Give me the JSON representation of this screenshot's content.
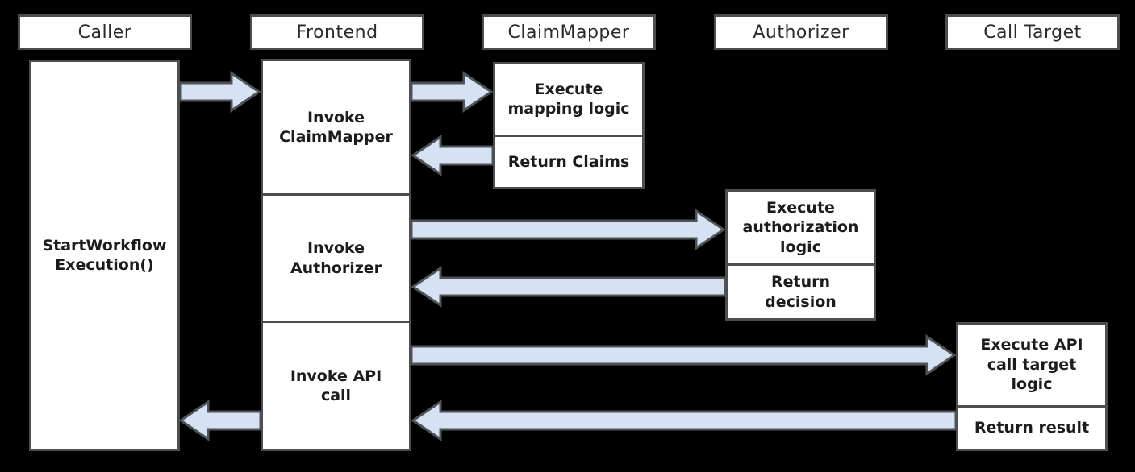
{
  "diagram": {
    "background": "#000000",
    "box_fill": "#ffffff",
    "box_border": "#4d4d4d",
    "arrow_fill": "#d6e2f4",
    "arrow_border": "#4e5357",
    "lanes": {
      "caller": "Caller",
      "frontend": "Frontend",
      "claim_mapper": "ClaimMapper",
      "authorizer": "Authorizer",
      "call_target": "Call Target"
    },
    "caller": {
      "activation": "StartWorkflow Execution()"
    },
    "frontend": {
      "steps": [
        "Invoke ClaimMapper",
        "Invoke Authorizer",
        "Invoke API call"
      ]
    },
    "claim_mapper": {
      "steps": [
        "Execute mapping logic",
        "Return Claims"
      ]
    },
    "authorizer": {
      "steps": [
        "Execute authorization logic",
        "Return decision"
      ]
    },
    "call_target": {
      "steps": [
        "Execute API call target logic",
        "Return result"
      ]
    },
    "edges": [
      {
        "from": "Caller",
        "to": "Frontend"
      },
      {
        "from": "Frontend",
        "to": "ClaimMapper"
      },
      {
        "from": "ClaimMapper",
        "to": "Frontend"
      },
      {
        "from": "Frontend",
        "to": "Authorizer"
      },
      {
        "from": "Authorizer",
        "to": "Frontend"
      },
      {
        "from": "Frontend",
        "to": "Call Target"
      },
      {
        "from": "Call Target",
        "to": "Frontend"
      },
      {
        "from": "Frontend",
        "to": "Caller"
      }
    ]
  }
}
